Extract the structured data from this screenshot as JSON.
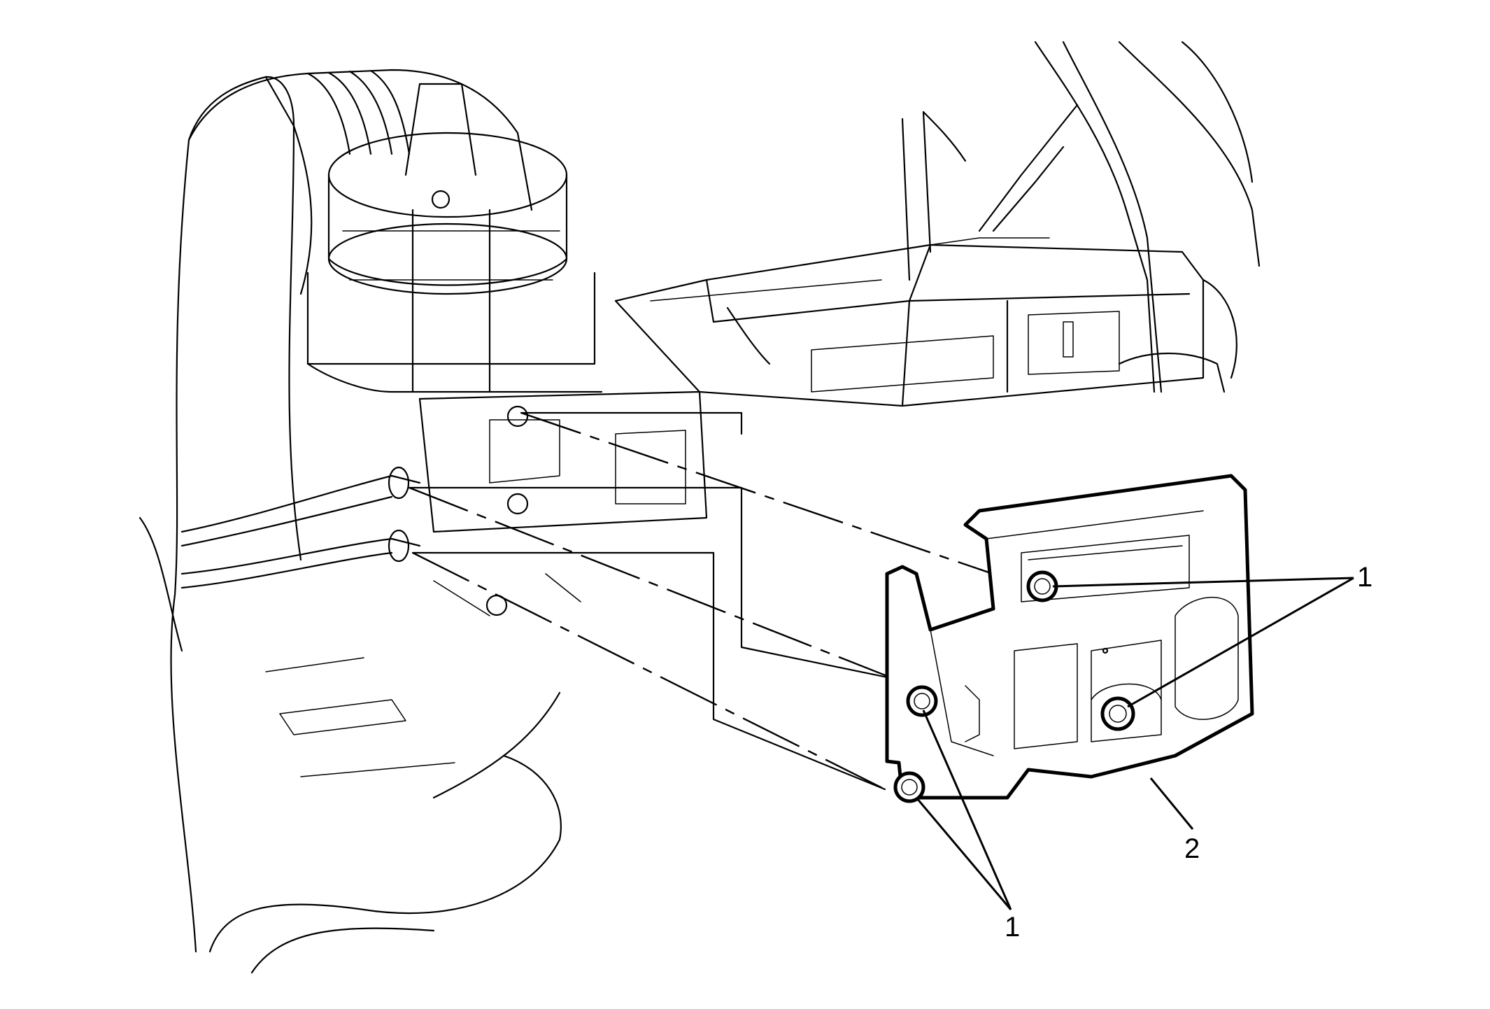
{
  "callouts": {
    "one_top_right": "1",
    "one_bottom": "1",
    "two": "2"
  },
  "colors": {
    "stroke": "#000000",
    "background": "#ffffff"
  }
}
